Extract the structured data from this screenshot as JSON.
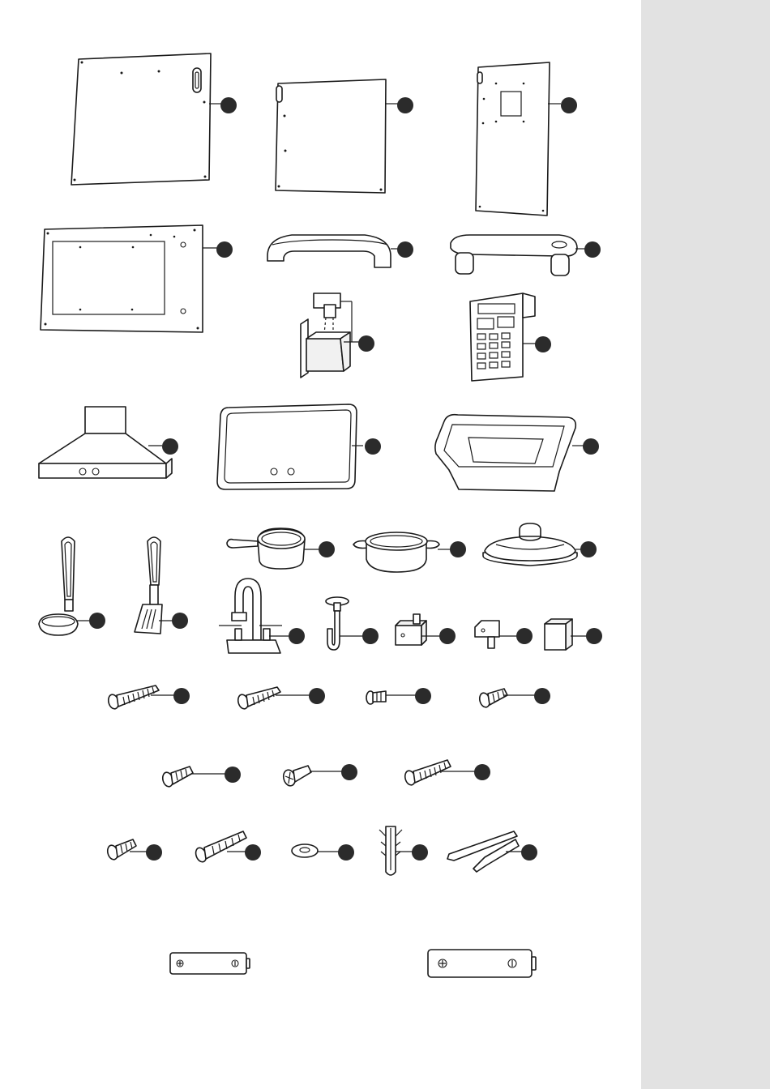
{
  "page": {
    "sidebar_color": "#e2e2e2",
    "line_color": "#1a1a1a",
    "marker_color": "#2b2b2b"
  },
  "parts": [
    {
      "name": "side-panel-large",
      "icon": "panel-icon"
    },
    {
      "name": "side-panel-medium",
      "icon": "panel-icon"
    },
    {
      "name": "door-panel-tall",
      "icon": "panel-icon"
    },
    {
      "name": "oven-door-panel",
      "icon": "panel-icon"
    },
    {
      "name": "handle-curved",
      "icon": "handle-icon"
    },
    {
      "name": "handle-with-legs",
      "icon": "handle-icon"
    },
    {
      "name": "bracket-assembly",
      "icon": "bracket-icon"
    },
    {
      "name": "keypad-panel",
      "icon": "keypad-icon"
    },
    {
      "name": "range-hood",
      "icon": "hood-icon"
    },
    {
      "name": "cooktop-board",
      "icon": "cooktop-icon"
    },
    {
      "name": "sink-basin",
      "icon": "sink-icon"
    },
    {
      "name": "saucepan",
      "icon": "pan-icon"
    },
    {
      "name": "cooking-pot",
      "icon": "pot-icon"
    },
    {
      "name": "pot-lid",
      "icon": "lid-icon"
    },
    {
      "name": "ladle",
      "icon": "ladle-icon"
    },
    {
      "name": "spatula",
      "icon": "spatula-icon"
    },
    {
      "name": "faucet",
      "icon": "faucet-icon"
    },
    {
      "name": "hook",
      "icon": "hook-icon"
    },
    {
      "name": "knob-small",
      "icon": "knob-icon"
    },
    {
      "name": "knob-connector",
      "icon": "connector-icon"
    },
    {
      "name": "cube-block",
      "icon": "cube-icon"
    },
    {
      "name": "screw-long-a",
      "icon": "screw-icon"
    },
    {
      "name": "screw-long-b",
      "icon": "screw-icon"
    },
    {
      "name": "screw-short-a",
      "icon": "screw-icon"
    },
    {
      "name": "screw-medium-a",
      "icon": "screw-icon"
    },
    {
      "name": "screw-medium-b",
      "icon": "screw-icon"
    },
    {
      "name": "screw-short-b",
      "icon": "screw-icon"
    },
    {
      "name": "screw-long-c",
      "icon": "screw-icon"
    },
    {
      "name": "screw-short-c",
      "icon": "screw-icon"
    },
    {
      "name": "screw-long-d",
      "icon": "screw-icon"
    },
    {
      "name": "washer",
      "icon": "washer-icon"
    },
    {
      "name": "wall-anchor",
      "icon": "anchor-icon"
    },
    {
      "name": "key-tool",
      "icon": "tool-icon"
    },
    {
      "name": "battery-small",
      "icon": "battery-icon"
    },
    {
      "name": "battery-large",
      "icon": "battery-icon"
    }
  ]
}
